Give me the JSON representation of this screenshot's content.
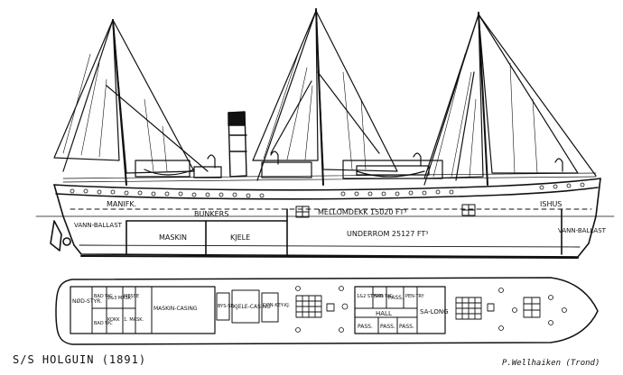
{
  "caption": "S/S HOLGUIN (1891)",
  "signature": "P.Wellhaiken (Trond)",
  "profile_labels": {
    "manifk": "MANIFK.",
    "bunkers": "BUNKERS",
    "mellomdekk": "MELLOMDEKK 15020 FT³",
    "ishus": "ISHUS",
    "vannballast_fwd": "VANN-BALLAST",
    "vannballast_aft": "VANN-BALLAST",
    "maskin": "MASKIN",
    "kjele": "KJELE",
    "underrom": "UNDERROM 25127 FT³"
  },
  "plan_labels": {
    "nodstyr": "NØD-STYR.",
    "bad_wc_1": "BAD WC",
    "bad_wc_2": "BAD WC",
    "maskin_2_3": "2&3 MASK.",
    "messe": "MESSE",
    "kokk_1": "KOKK",
    "t_masker": "1. MASK.",
    "maskin_casing": "MASKIN-CASING",
    "bysse": "BYS-SE",
    "kjele_casing": "KJELE-CASING",
    "donkey": "DON-KEY-KJ.",
    "styrm_1_2": "1&2 STYRM.",
    "bad_wc_3": "BAD WC",
    "pass_1": "PASS.",
    "pentry": "PEN-TRY",
    "salong": "SA-LONG",
    "hall": "HALL",
    "pass_2": "PASS.",
    "pass_3": "PASS.",
    "pass_4": "PASS."
  }
}
